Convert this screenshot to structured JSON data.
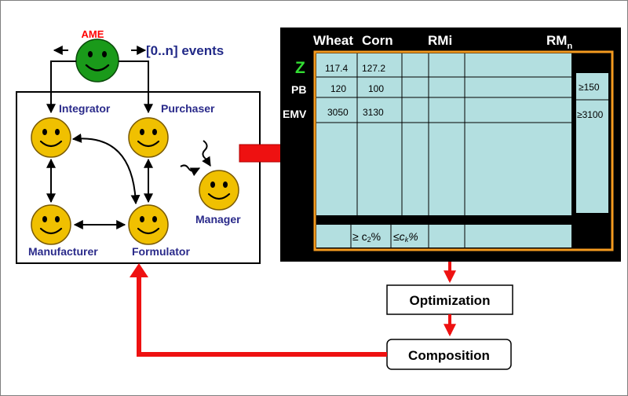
{
  "ame": {
    "label": "AME",
    "events_label": "[0..n] events"
  },
  "agents": {
    "integrator": "Integrator",
    "purchaser": "Purchaser",
    "manager": "Manager",
    "manufacturer": "Manufacturer",
    "formulator": "Formulator"
  },
  "matrix": {
    "col_wheat": "Wheat",
    "col_corn": "Corn",
    "col_rmi": "RMi",
    "col_rmn_base": "RM",
    "col_rmn_sub": "n",
    "row_z": "Z",
    "row_pb": "PB",
    "row_emv": "EMV",
    "z_wheat": "117.4",
    "z_corn": "127.2",
    "pb_wheat": "120",
    "pb_corn": "100",
    "emv_wheat": "3050",
    "emv_corn": "3130",
    "limit_pb": "≥150",
    "limit_emv": "≥3100",
    "c2_prefix": "≥ c",
    "c2_sub": "2",
    "c2_suffix": "%",
    "ck_prefix": "≤c",
    "ck_sub": "k",
    "ck_suffix": "%"
  },
  "process": {
    "optimization": "Optimization",
    "composition": "Composition"
  },
  "colors": {
    "ame_face": "#1a9a1a",
    "agent_face": "#f0c000",
    "agent_label": "#2a2a8a",
    "ame_label": "#ff0000",
    "matrix_bg": "#000000",
    "matrix_border": "#f39a1f",
    "cell_fill": "#b3dfe0",
    "red_arrow": "#ee1111"
  }
}
